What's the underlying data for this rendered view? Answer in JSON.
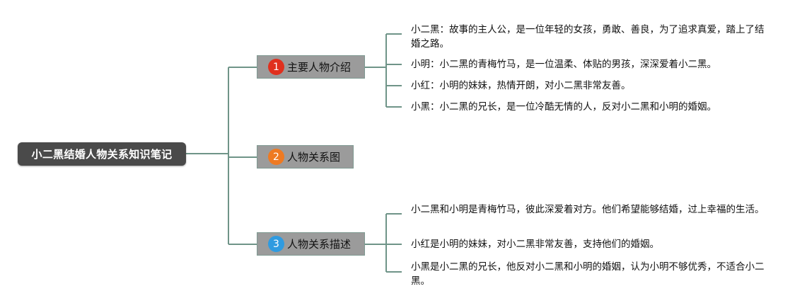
{
  "root": {
    "label": "小二黑结婚人物关系知识笔记"
  },
  "colors": {
    "connector": "#6f9488",
    "badge_red": "#e0301e",
    "badge_orange": "#ee7a22",
    "badge_blue": "#2f9be0"
  },
  "branches": [
    {
      "number": "1",
      "label": "主要人物介绍",
      "leaves": [
        "小二黑：故事的主人公，是一位年轻的女孩，勇敢、善良，为了追求真爱，踏上了结婚之路。",
        "小明：小二黑的青梅竹马，是一位温柔、体贴的男孩，深深爱着小二黑。",
        "小红：小明的妹妹，热情开朗，对小二黑非常友善。",
        "小黑：小二黑的兄长，是一位冷酷无情的人，反对小二黑和小明的婚姻。"
      ]
    },
    {
      "number": "2",
      "label": "人物关系图",
      "leaves": []
    },
    {
      "number": "3",
      "label": "人物关系描述",
      "leaves": [
        "小二黑和小明是青梅竹马，彼此深爱着对方。他们希望能够结婚，过上幸福的生活。",
        "小红是小明的妹妹，对小二黑非常友善，支持他们的婚姻。",
        "小黑是小二黑的兄长，他反对小二黑和小明的婚姻，认为小明不够优秀，不适合小二黑。"
      ]
    }
  ]
}
